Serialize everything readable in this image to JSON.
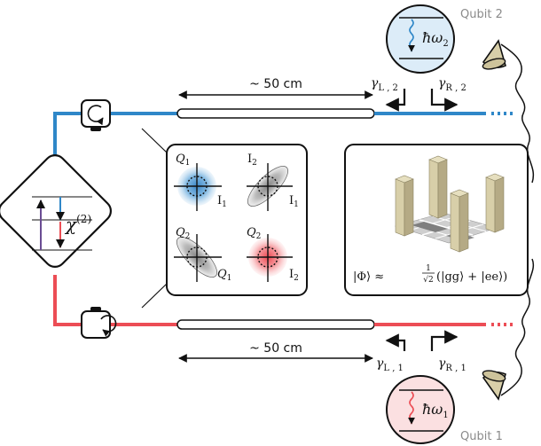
{
  "qubit2_label": "Qubit 2",
  "qubit1_label": "Qubit 1",
  "distance_top": "~ 50 cm",
  "distance_bottom": "~ 50 cm",
  "energy_top": {
    "main": "ħω",
    "sub": "2"
  },
  "energy_bottom": {
    "main": "ħω",
    "sub": "1"
  },
  "gamma_L2": {
    "main": "γ",
    "sub": "L , 2"
  },
  "gamma_R2": {
    "main": "γ",
    "sub": "R , 2"
  },
  "gamma_L1": {
    "main": "γ",
    "sub": "L , 1"
  },
  "gamma_R1": {
    "main": "γ",
    "sub": "R , 1"
  },
  "chi_label": {
    "main": "χ",
    "sup": "(2)"
  },
  "quadratures": {
    "tl_y": "Q",
    "tl_y_sub": "1",
    "tl_x": "I",
    "tl_x_sub": "1",
    "tr_y": "I",
    "tr_y_sub": "2",
    "tr_x": "I",
    "tr_x_sub": "1",
    "bl_y": "Q",
    "bl_y_sub": "2",
    "bl_x": "Q",
    "bl_x_sub": "1",
    "br_y": "Q",
    "br_y_sub": "2",
    "br_x": "I",
    "br_x_sub": "2"
  },
  "bell_state": {
    "lhs": "|Φ⟩ ≈",
    "frac_num": "1",
    "frac_den": "√2",
    "rhs": "(|gg⟩ + |ee⟩)"
  },
  "colors": {
    "blue_line": "#2f87c8",
    "red_line": "#ec4d55",
    "blue_blob": "#3b8fd0",
    "red_blob": "#f0555e",
    "gray_blob": "#9c9c9c",
    "qubit2_fill": "#dcecf8",
    "qubit1_fill": "#fbe0e1",
    "bar_fill": "#d8cfa9",
    "bar_side": "#b5aa85"
  }
}
